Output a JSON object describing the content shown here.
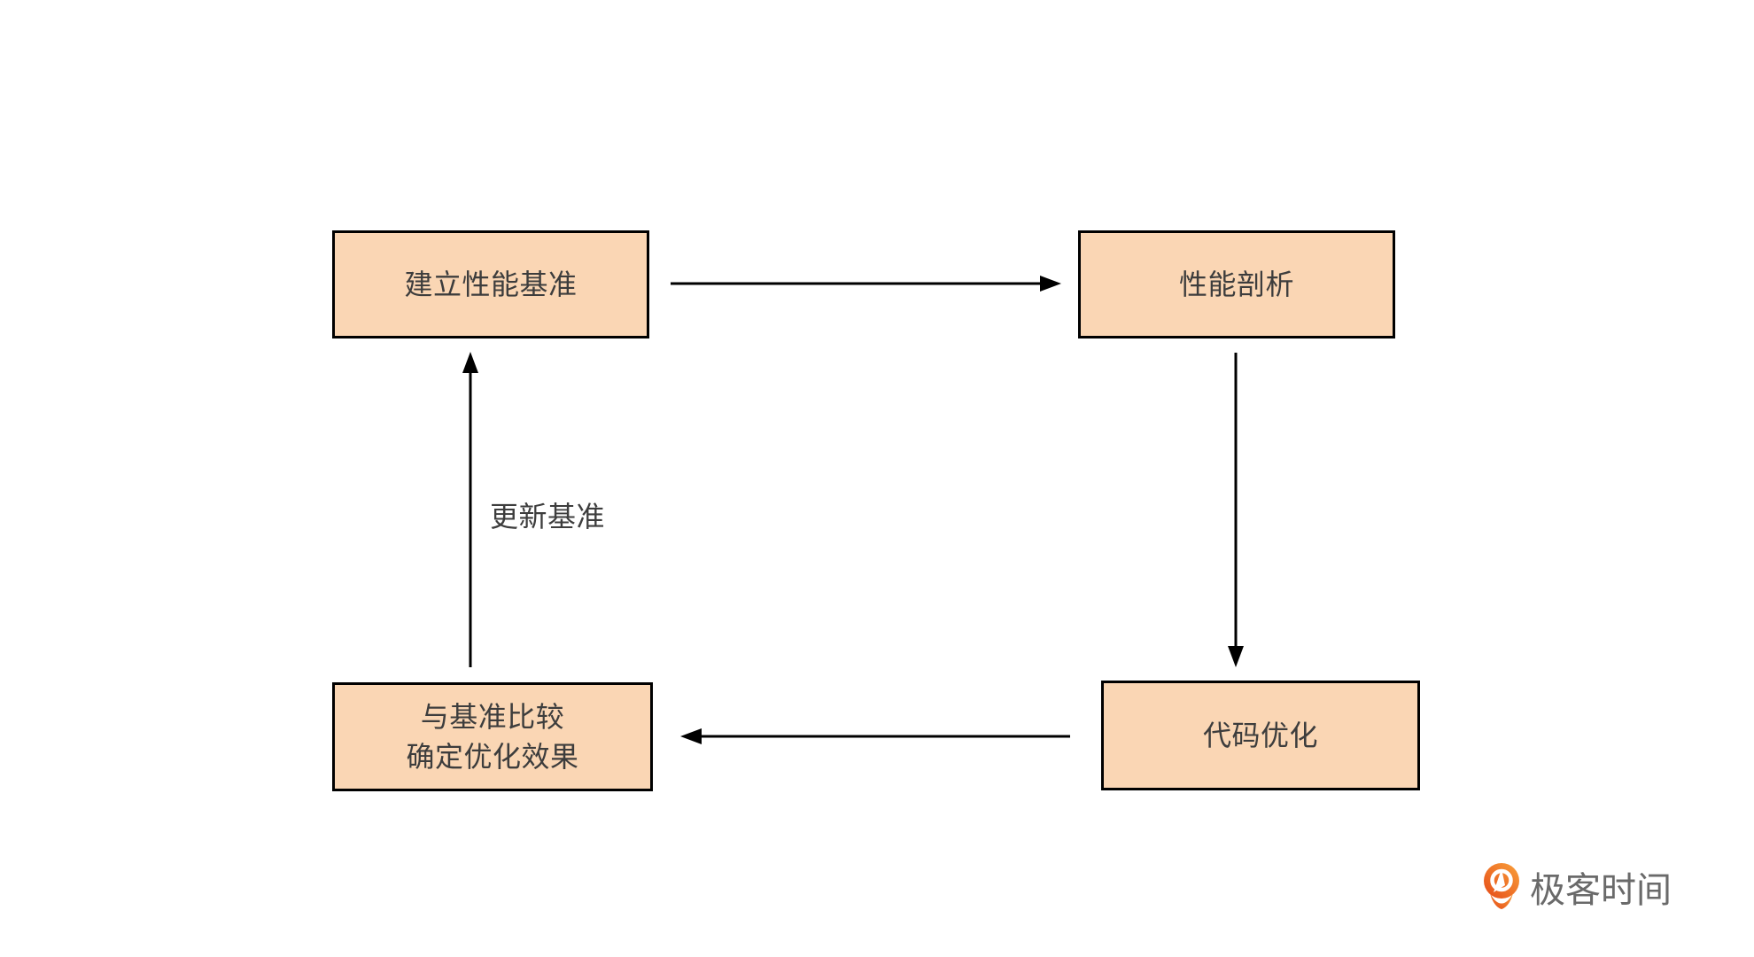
{
  "diagram": {
    "type": "flowchart-cycle",
    "nodes": [
      {
        "id": "establish-baseline",
        "lines": [
          "建立性能基准"
        ]
      },
      {
        "id": "performance-profiling",
        "lines": [
          "性能剖析"
        ]
      },
      {
        "id": "code-optimization",
        "lines": [
          "代码优化"
        ]
      },
      {
        "id": "compare-baseline",
        "lines": [
          "与基准比较",
          "确定优化效果"
        ]
      }
    ],
    "edges": [
      {
        "from": "establish-baseline",
        "to": "performance-profiling"
      },
      {
        "from": "performance-profiling",
        "to": "code-optimization"
      },
      {
        "from": "code-optimization",
        "to": "compare-baseline"
      },
      {
        "from": "compare-baseline",
        "to": "establish-baseline",
        "label": "更新基准"
      }
    ],
    "colors": {
      "node_fill": "#FAD6B4",
      "node_border": "#000000",
      "node_text": "#3D3D3D",
      "arrow": "#000000",
      "background": "#FFFFFF"
    }
  },
  "branding": {
    "logo_text": "极客时间",
    "logo_text_color": "#6A6A6A",
    "logo_orange_dark": "#E54A17",
    "logo_orange_light": "#F9A13B"
  }
}
